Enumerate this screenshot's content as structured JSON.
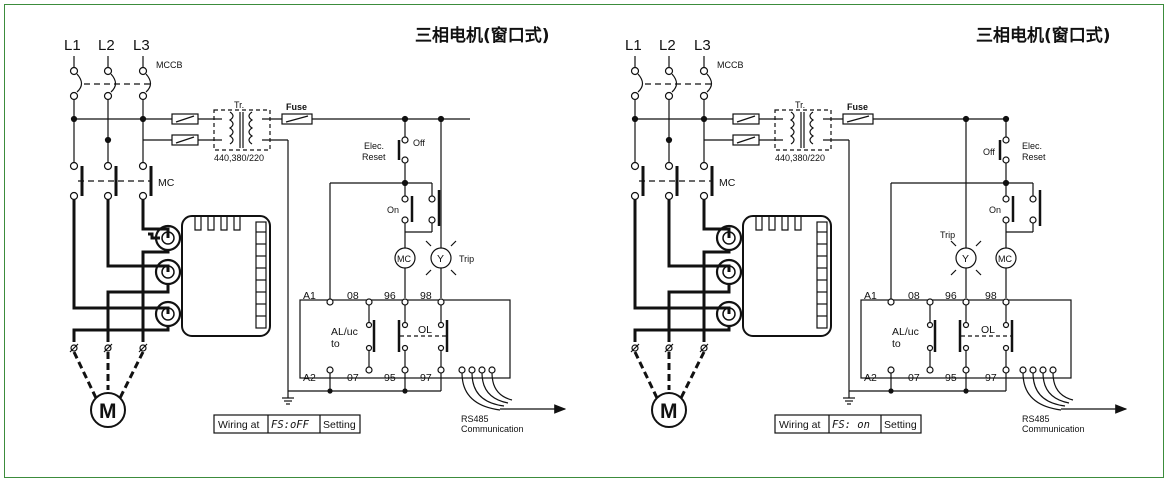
{
  "panels": [
    {
      "title": "三相电机(窗口式)",
      "phases": [
        "L1",
        "L2",
        "L3"
      ],
      "mccb": "MCCB",
      "mc": "MC",
      "transformer": {
        "name": "Tr.",
        "ratings": "440,380/220"
      },
      "fuse": "Fuse",
      "switches": {
        "off": "Off",
        "reset": "Elec.\nReset",
        "reset_line1": "Elec.",
        "reset_line2": "Reset",
        "on": "On"
      },
      "lamps": {
        "mc": "MC",
        "y": "Y",
        "trip": "Trip"
      },
      "terminals": {
        "a1": "A1",
        "a2": "A2",
        "t08": "08",
        "t07": "07",
        "t96": "96",
        "t95": "95",
        "t98": "98",
        "t97": "97"
      },
      "contacts": {
        "aluc_line1": "AL/uc",
        "aluc_line2": "to",
        "ol": "OL"
      },
      "motor": "M",
      "rs485_line1": "RS485",
      "rs485_line2": "Communication",
      "wiring": {
        "prefix": "Wiring at",
        "code": "FS:oFF",
        "suffix": "Setting"
      }
    },
    {
      "title": "三相电机(窗口式)",
      "phases": [
        "L1",
        "L2",
        "L3"
      ],
      "mccb": "MCCB",
      "mc": "MC",
      "transformer": {
        "name": "Tr.",
        "ratings": "440,380/220"
      },
      "fuse": "Fuse",
      "switches": {
        "off": "Off",
        "reset_line1": "Elec.",
        "reset_line2": "Reset",
        "on": "On"
      },
      "lamps": {
        "mc": "MC",
        "y": "Y",
        "trip": "Trip"
      },
      "terminals": {
        "a1": "A1",
        "a2": "A2",
        "t08": "08",
        "t07": "07",
        "t96": "96",
        "t95": "95",
        "t98": "98",
        "t97": "97"
      },
      "contacts": {
        "aluc_line1": "AL/uc",
        "aluc_line2": "to",
        "ol": "OL"
      },
      "motor": "M",
      "rs485_line1": "RS485",
      "rs485_line2": "Communication",
      "wiring": {
        "prefix": "Wiring at",
        "code": "FS: on",
        "suffix": "Setting"
      }
    }
  ]
}
